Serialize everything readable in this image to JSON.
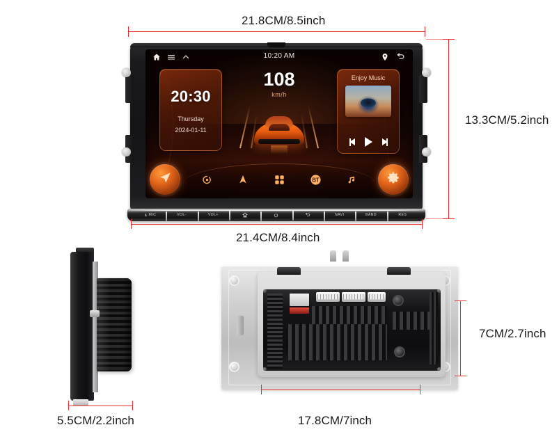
{
  "page": {
    "title": "Car Stereo Head Unit Dimension Diagram"
  },
  "dimensions": {
    "front_width_top": "21.8CM/8.5inch",
    "front_width_bottom": "21.4CM/8.4inch",
    "front_height": "13.3CM/5.2inch",
    "side_depth": "5.5CM/2.2inch",
    "rear_width": "17.8CM/7inch",
    "rear_height": "7CM/2.7inch"
  },
  "head_unit": {
    "status_bar": {
      "home_icon": "home-icon",
      "menu_icon": "menu-icon",
      "chevron_up_icon": "chevron-up-icon",
      "time": "10:20 AM",
      "location_icon": "location-pin-icon",
      "back_icon": "back-arrow-icon"
    },
    "clock_widget": {
      "time": "20:30",
      "weekday": "Thursday",
      "date": "2024-01-11"
    },
    "speed_widget": {
      "value": "108",
      "unit": "km/h"
    },
    "music_widget": {
      "title": "Enjoy Music",
      "album_art": "album-art-thumbnail",
      "prev_icon": "previous-track-icon",
      "play_icon": "play-icon",
      "next_icon": "next-track-icon"
    },
    "dock": {
      "left_knob_icon": "navigation-arrow-icon",
      "right_knob_icon": "settings-gear-icon",
      "items": [
        {
          "icon": "power-radio-icon",
          "name": "radio"
        },
        {
          "icon": "navigation-triangle-icon",
          "name": "navigation"
        },
        {
          "icon": "apps-grid-icon",
          "name": "apps"
        },
        {
          "icon": "bluetooth-badge-icon",
          "name": "BT"
        },
        {
          "icon": "music-note-icon",
          "name": "music"
        }
      ]
    },
    "physical_buttons": [
      {
        "label": "MIC",
        "icon": "mic-icon"
      },
      {
        "label": "VOL-",
        "icon": ""
      },
      {
        "label": "VOL+",
        "icon": ""
      },
      {
        "label": "",
        "icon": "home-icon"
      },
      {
        "label": "",
        "icon": "power-icon"
      },
      {
        "label": "",
        "icon": "back-arrow-icon"
      },
      {
        "label": "NAVI",
        "icon": ""
      },
      {
        "label": "BAND",
        "icon": ""
      },
      {
        "label": "RES",
        "icon": ""
      }
    ]
  },
  "colors": {
    "dimension_line": "#ef2b2b",
    "accent_orange": "#ff8a33",
    "screen_background": "#2a0c05",
    "label_text": "#1a1a1a"
  }
}
